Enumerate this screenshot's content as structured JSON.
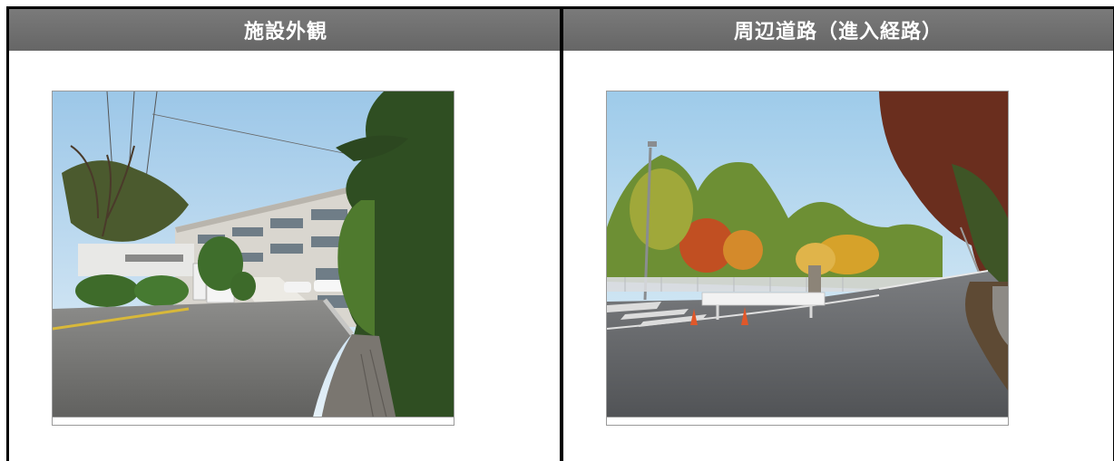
{
  "panels": {
    "left": {
      "title": "施設外観",
      "photo": "school-building-photo"
    },
    "right": {
      "title": "周辺道路（進入経路）",
      "photo": "access-road-photo"
    }
  },
  "colors": {
    "header_bg": "#6e6e6e",
    "header_text": "#ffffff",
    "frame": "#000000"
  }
}
